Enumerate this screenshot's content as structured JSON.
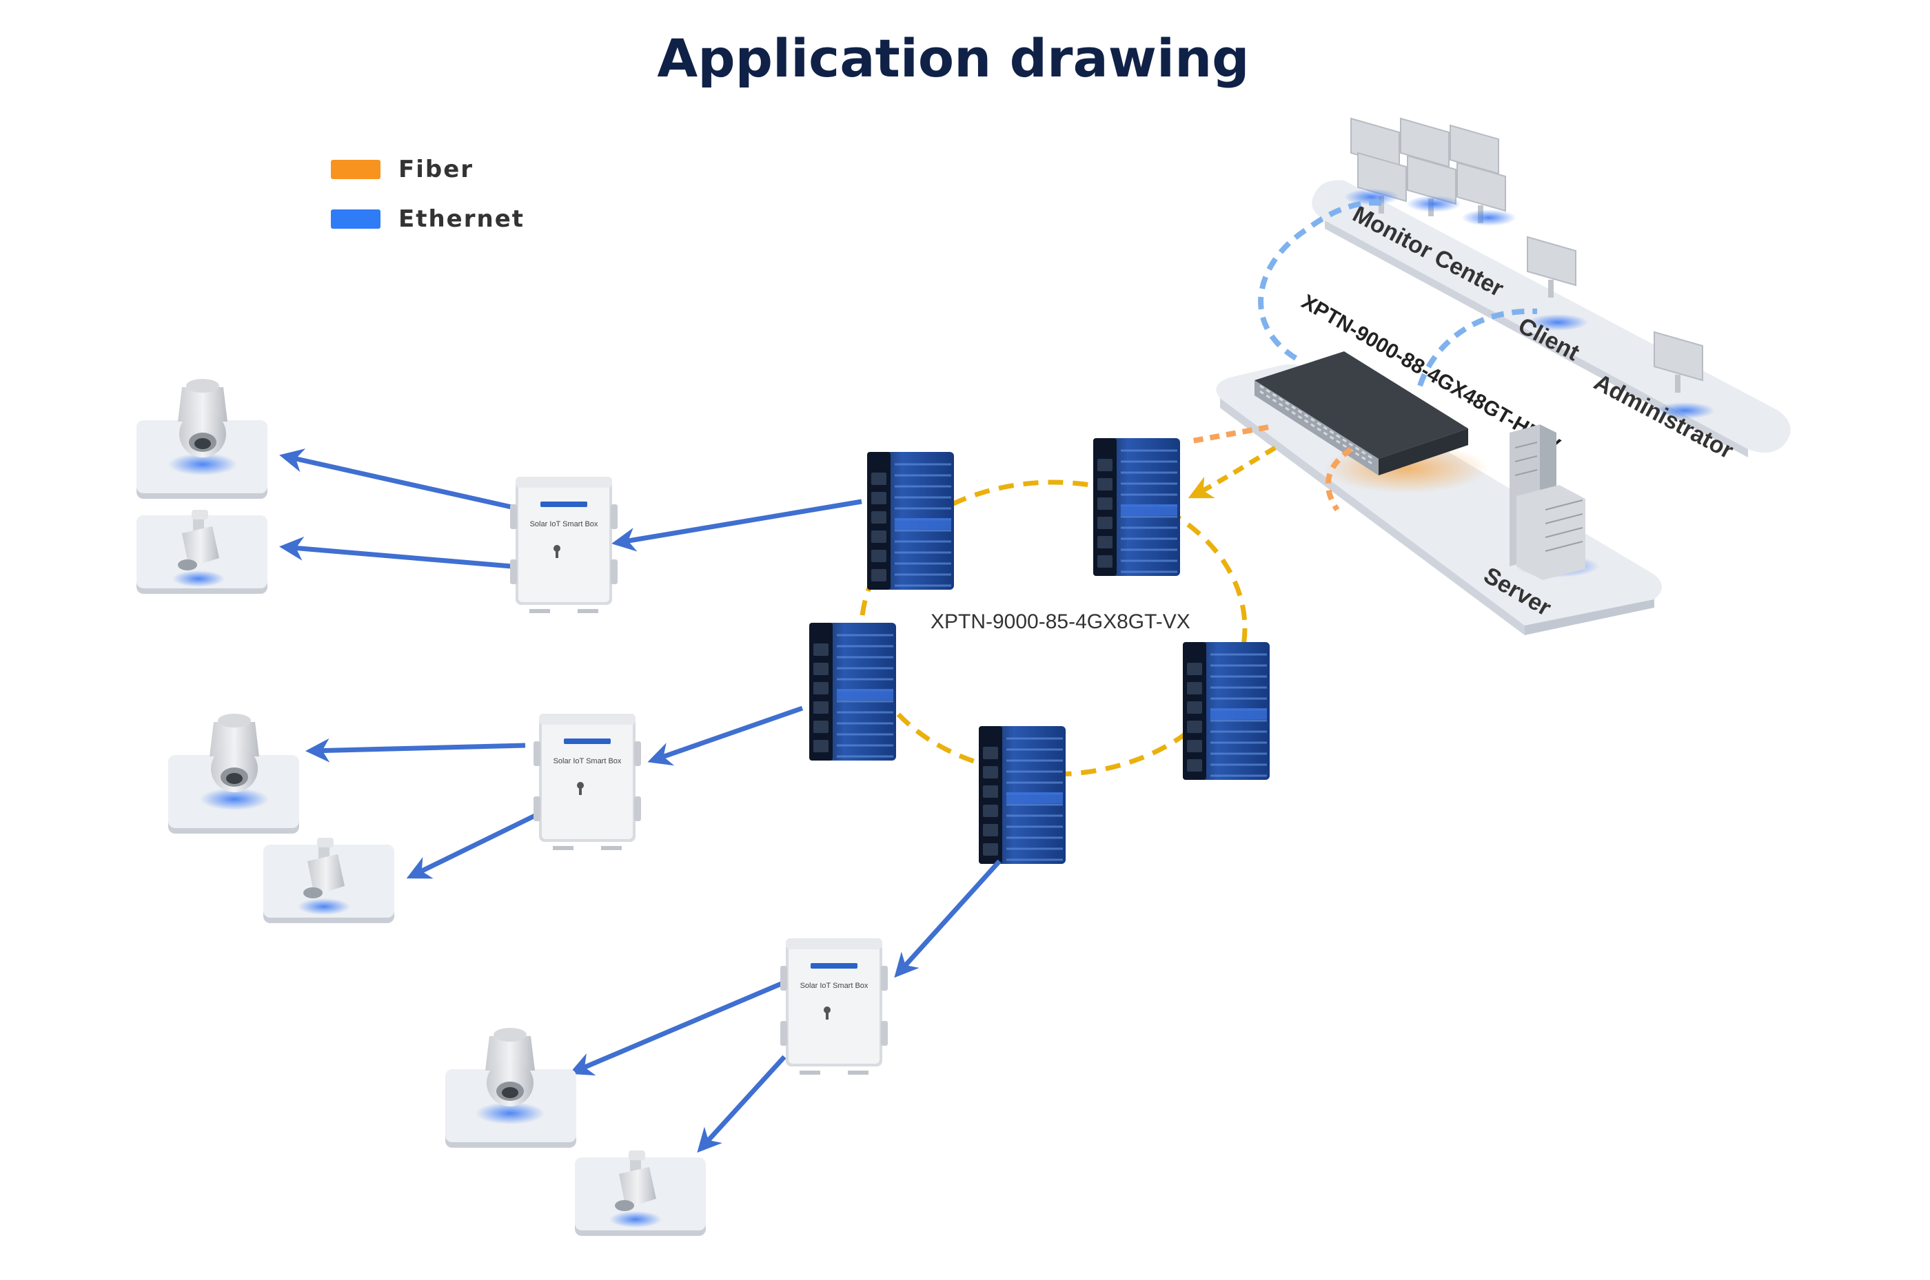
{
  "title": "Application drawing",
  "legend": [
    {
      "label": "Fiber",
      "color": "#f7931e"
    },
    {
      "label": "Ethernet",
      "color": "#2f7cf6"
    }
  ],
  "colors": {
    "fiber": "#f7931e",
    "ring": "#eab00c",
    "ethernet": "#3f6fd0",
    "switch_blue": "#1f4a9c",
    "platform": "#e7ebf1",
    "glow": "#3d7bf5",
    "title": "#0f2147"
  },
  "labels": {
    "core_switch": "XPTN-9000-88-4GX48GT-HR-V",
    "ring_switch": "XPTN-9000-85-4GX8GT-VX",
    "monitor_center": "Monitor Center",
    "client": "Client",
    "administrator": "Administrator",
    "server": "Server",
    "smart_box": "Solar IoT Smart Box"
  },
  "icons": {
    "dome_camera": "dome-camera-icon",
    "bullet_camera": "bullet-camera-icon",
    "smart_box": "smart-box-icon",
    "ring_switch": "industrial-switch-icon",
    "core_switch": "rack-switch-icon",
    "server": "server-icon",
    "monitor": "monitor-icon"
  }
}
